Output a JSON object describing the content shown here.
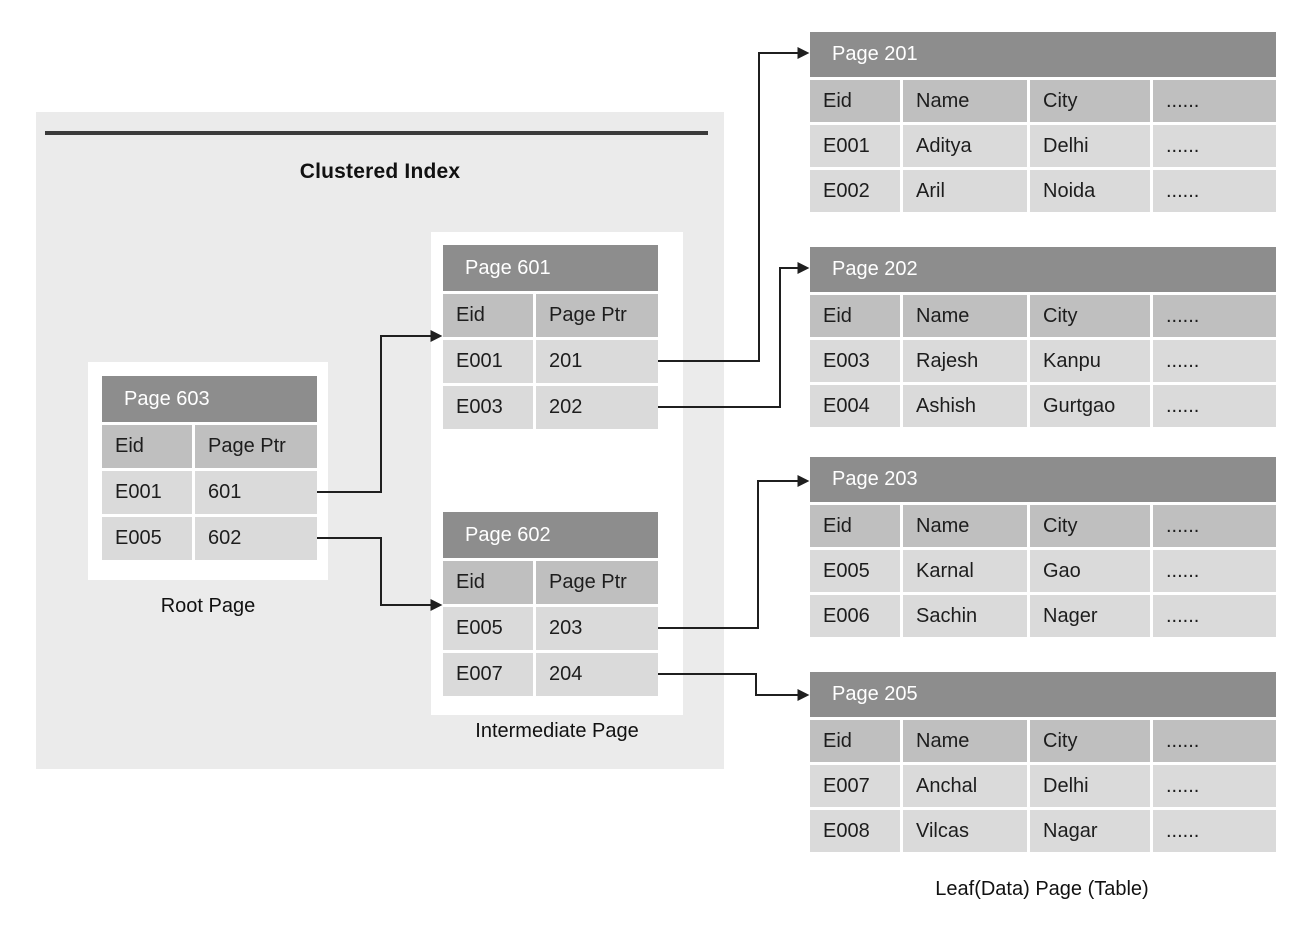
{
  "diagram": {
    "title": "Clustered Index",
    "root_label": "Root Page",
    "intermediate_label": "Intermediate Page",
    "leaf_label": "Leaf(Data) Page (Table)"
  },
  "colors": {
    "canvas_bg": "#ffffff",
    "region_bg": "#ebebeb",
    "divider_line": "#3a3a3a",
    "title_bar": "#8d8d8d",
    "header_row": "#bfbfbf",
    "data_row": "#dadada",
    "connector": "#1f1f1f"
  },
  "tables": {
    "root": {
      "title": "Page 603",
      "columns": [
        "Eid",
        "Page Ptr"
      ],
      "rows": [
        [
          "E001",
          "601"
        ],
        [
          "E005",
          "602"
        ]
      ]
    },
    "page601": {
      "title": "Page 601",
      "columns": [
        "Eid",
        "Page Ptr"
      ],
      "rows": [
        [
          "E001",
          "201"
        ],
        [
          "E003",
          "202"
        ]
      ]
    },
    "page602": {
      "title": "Page 602",
      "columns": [
        "Eid",
        "Page Ptr"
      ],
      "rows": [
        [
          "E005",
          "203"
        ],
        [
          "E007",
          "204"
        ]
      ]
    },
    "page201": {
      "title": "Page 201",
      "columns": [
        "Eid",
        "Name",
        "City",
        "......"
      ],
      "rows": [
        [
          "E001",
          "Aditya",
          "Delhi",
          "......"
        ],
        [
          "E002",
          "Aril",
          "Noida",
          "......"
        ]
      ]
    },
    "page202": {
      "title": "Page 202",
      "columns": [
        "Eid",
        "Name",
        "City",
        "......"
      ],
      "rows": [
        [
          "E003",
          "Rajesh",
          "Kanpu",
          "......"
        ],
        [
          "E004",
          "Ashish",
          "Gurtgao",
          "......"
        ]
      ]
    },
    "page203": {
      "title": "Page 203",
      "columns": [
        "Eid",
        "Name",
        "City",
        "......"
      ],
      "rows": [
        [
          "E005",
          "Karnal",
          "Gao",
          "......"
        ],
        [
          "E006",
          "Sachin",
          "Nager",
          "......"
        ]
      ]
    },
    "page205": {
      "title": "Page 205",
      "columns": [
        "Eid",
        "Name",
        "City",
        "......"
      ],
      "rows": [
        [
          "E007",
          "Anchal",
          "Delhi",
          "......"
        ],
        [
          "E008",
          "Vilcas",
          "Nagar",
          "......"
        ]
      ]
    }
  }
}
